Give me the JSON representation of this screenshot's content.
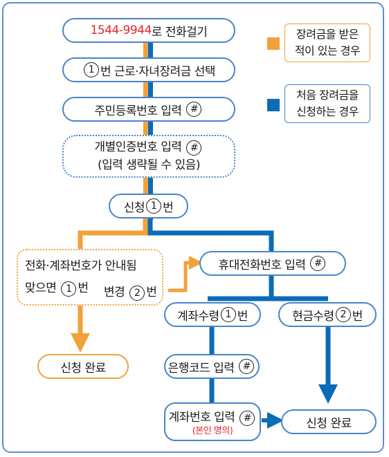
{
  "colors": {
    "orange": "#f2a13a",
    "blue": "#0a6bb8",
    "border_blue": "#4a82c9",
    "red": "#e8242f"
  },
  "nodes": {
    "call": {
      "number": "1544-9944",
      "suffix": "로 전화걸기"
    },
    "select": {
      "circled": "1",
      "text": "번 근로·자녀장려금 선택"
    },
    "rrn": {
      "text": "주민등록번호 입력",
      "symbol": "#"
    },
    "auth": {
      "line1": "개별인증번호 입력",
      "symbol": "#",
      "line2": "(입력 생략될 수 있음)"
    },
    "apply": {
      "prefix": "신청",
      "circled": "1",
      "suffix": "번"
    },
    "phone_info": {
      "line1": "전화·계좌번호가 안내됨",
      "line2_prefix": "맞으면",
      "circled": "1",
      "line2_suffix": "번"
    },
    "change": {
      "prefix": "변경",
      "circled": "2",
      "suffix": "번"
    },
    "mobile": {
      "text": "휴대전화번호 입력",
      "symbol": "#"
    },
    "account_recv": {
      "prefix": "계좌수령",
      "circled": "1",
      "suffix": "번"
    },
    "cash_recv": {
      "prefix": "현금수령",
      "circled": "2",
      "suffix": "번"
    },
    "bank_code": {
      "text": "은행코드 입력",
      "symbol": "#"
    },
    "account_no": {
      "text": "계좌번호 입력",
      "symbol": "#",
      "note": "(본인 명의)"
    },
    "done_left": {
      "text": "신청 완료"
    },
    "done_right": {
      "text": "신청 완료"
    }
  },
  "legend": {
    "orange": {
      "line1": "장려금을 받은",
      "line2": "적이 있는 경우"
    },
    "blue": {
      "line1": "처음 장려금을",
      "line2": "신청하는 경우"
    }
  }
}
